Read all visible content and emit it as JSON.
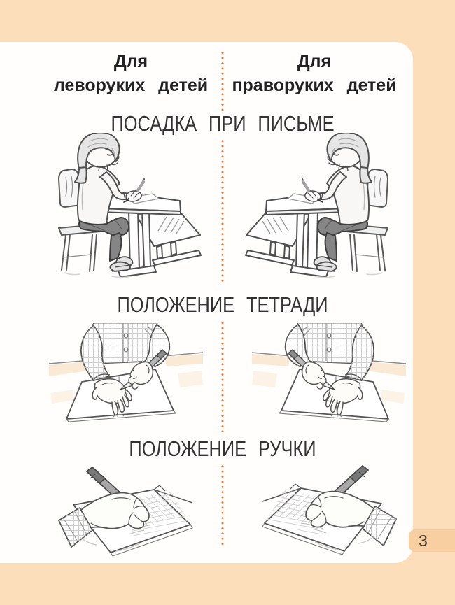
{
  "columns": {
    "left": {
      "line1": "Для",
      "line2": "леворуких детей"
    },
    "right": {
      "line1": "Для",
      "line2": "праворуких детей"
    }
  },
  "sections": {
    "posture": {
      "title": "ПОСАДКА ПРИ ПИСЬМЕ"
    },
    "notebook": {
      "title": "ПОЛОЖЕНИЕ ТЕТРАДИ"
    },
    "pen": {
      "title": "ПОЛОЖЕНИЕ РУЧКИ"
    }
  },
  "page_number": "3",
  "colors": {
    "background": "#fcdfba",
    "panel": "#fffefd",
    "divider_dots": "#e6752a",
    "page_tab": "#f8cfa0",
    "text": "#222222"
  },
  "illustrations": {
    "posture_left": "child-writing-at-desk-left-handed",
    "posture_right": "child-writing-at-desk-right-handed",
    "notebook_left": "notebook-position-left-handed",
    "notebook_right": "notebook-position-right-handed",
    "pen_left": "pen-grip-left-handed",
    "pen_right": "pen-grip-right-handed"
  }
}
